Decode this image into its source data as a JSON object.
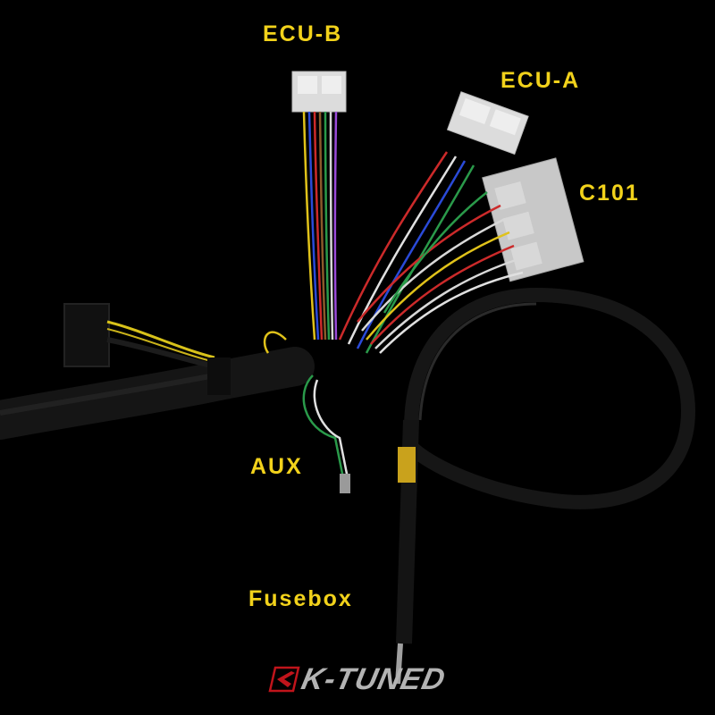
{
  "image": {
    "subject": "wiring harness",
    "background_color": "#000000"
  },
  "labels": {
    "ecu_b": "ECU-B",
    "ecu_a": "ECU-A",
    "c101": "C101",
    "aux": "AUX",
    "fusebox": "Fusebox"
  },
  "label_color": "#f2d21b",
  "logo": {
    "text": "K-TUNED",
    "text_color": "#b3b3b3",
    "mark_color": "#c0141b"
  }
}
